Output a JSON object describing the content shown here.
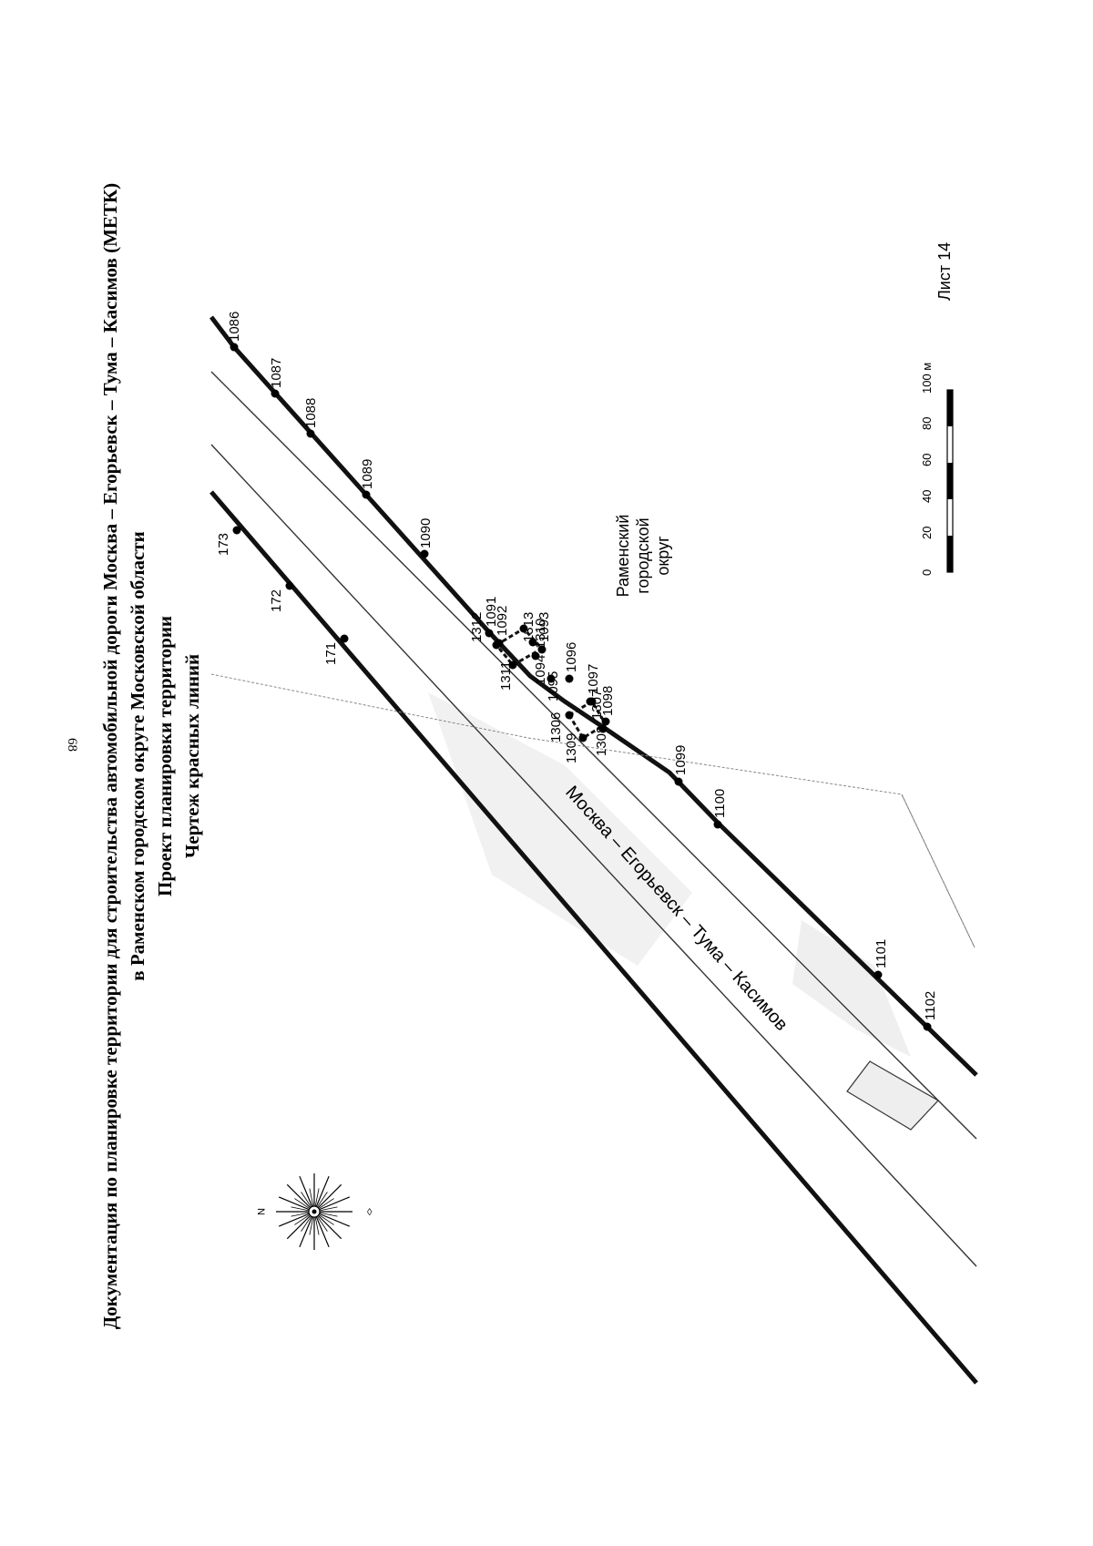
{
  "page_number": "68",
  "title": {
    "line1": "Документация по планировке территории для строительства автомобильной дороги Москва – Егорьевск – Тума – Касимов (МЕТК)",
    "line2": "в Раменском городском округе Московской области",
    "line3": "Проект планировки территории",
    "line4": "Чертеж красных линий"
  },
  "sheet_label": "Лист 14",
  "road_name": "Москва – Егорьевск – Тума – Касимов",
  "district_label": {
    "line1": "Раменский",
    "line2": "городской",
    "line3": "округ"
  },
  "compass": {
    "north_letter": "N"
  },
  "scale_bar": {
    "ticks": [
      "0",
      "20",
      "40",
      "60",
      "80",
      "100 м"
    ]
  },
  "upper_red_line_points": [
    "1086",
    "1087",
    "1088",
    "1089",
    "1090",
    "1091",
    "1092",
    "1093",
    "1096",
    "1097",
    "1098",
    "1099",
    "1100",
    "1101",
    "1102"
  ],
  "lower_red_line_points": [
    "173",
    "172",
    "171"
  ],
  "inset_points": [
    "1313",
    "1310",
    "1312",
    "1311",
    "1094",
    "1095",
    "1307",
    "1306",
    "1309",
    "1308"
  ],
  "colors": {
    "ink": "#000000",
    "thin_line": "#333333",
    "faint_line": "#888888"
  }
}
